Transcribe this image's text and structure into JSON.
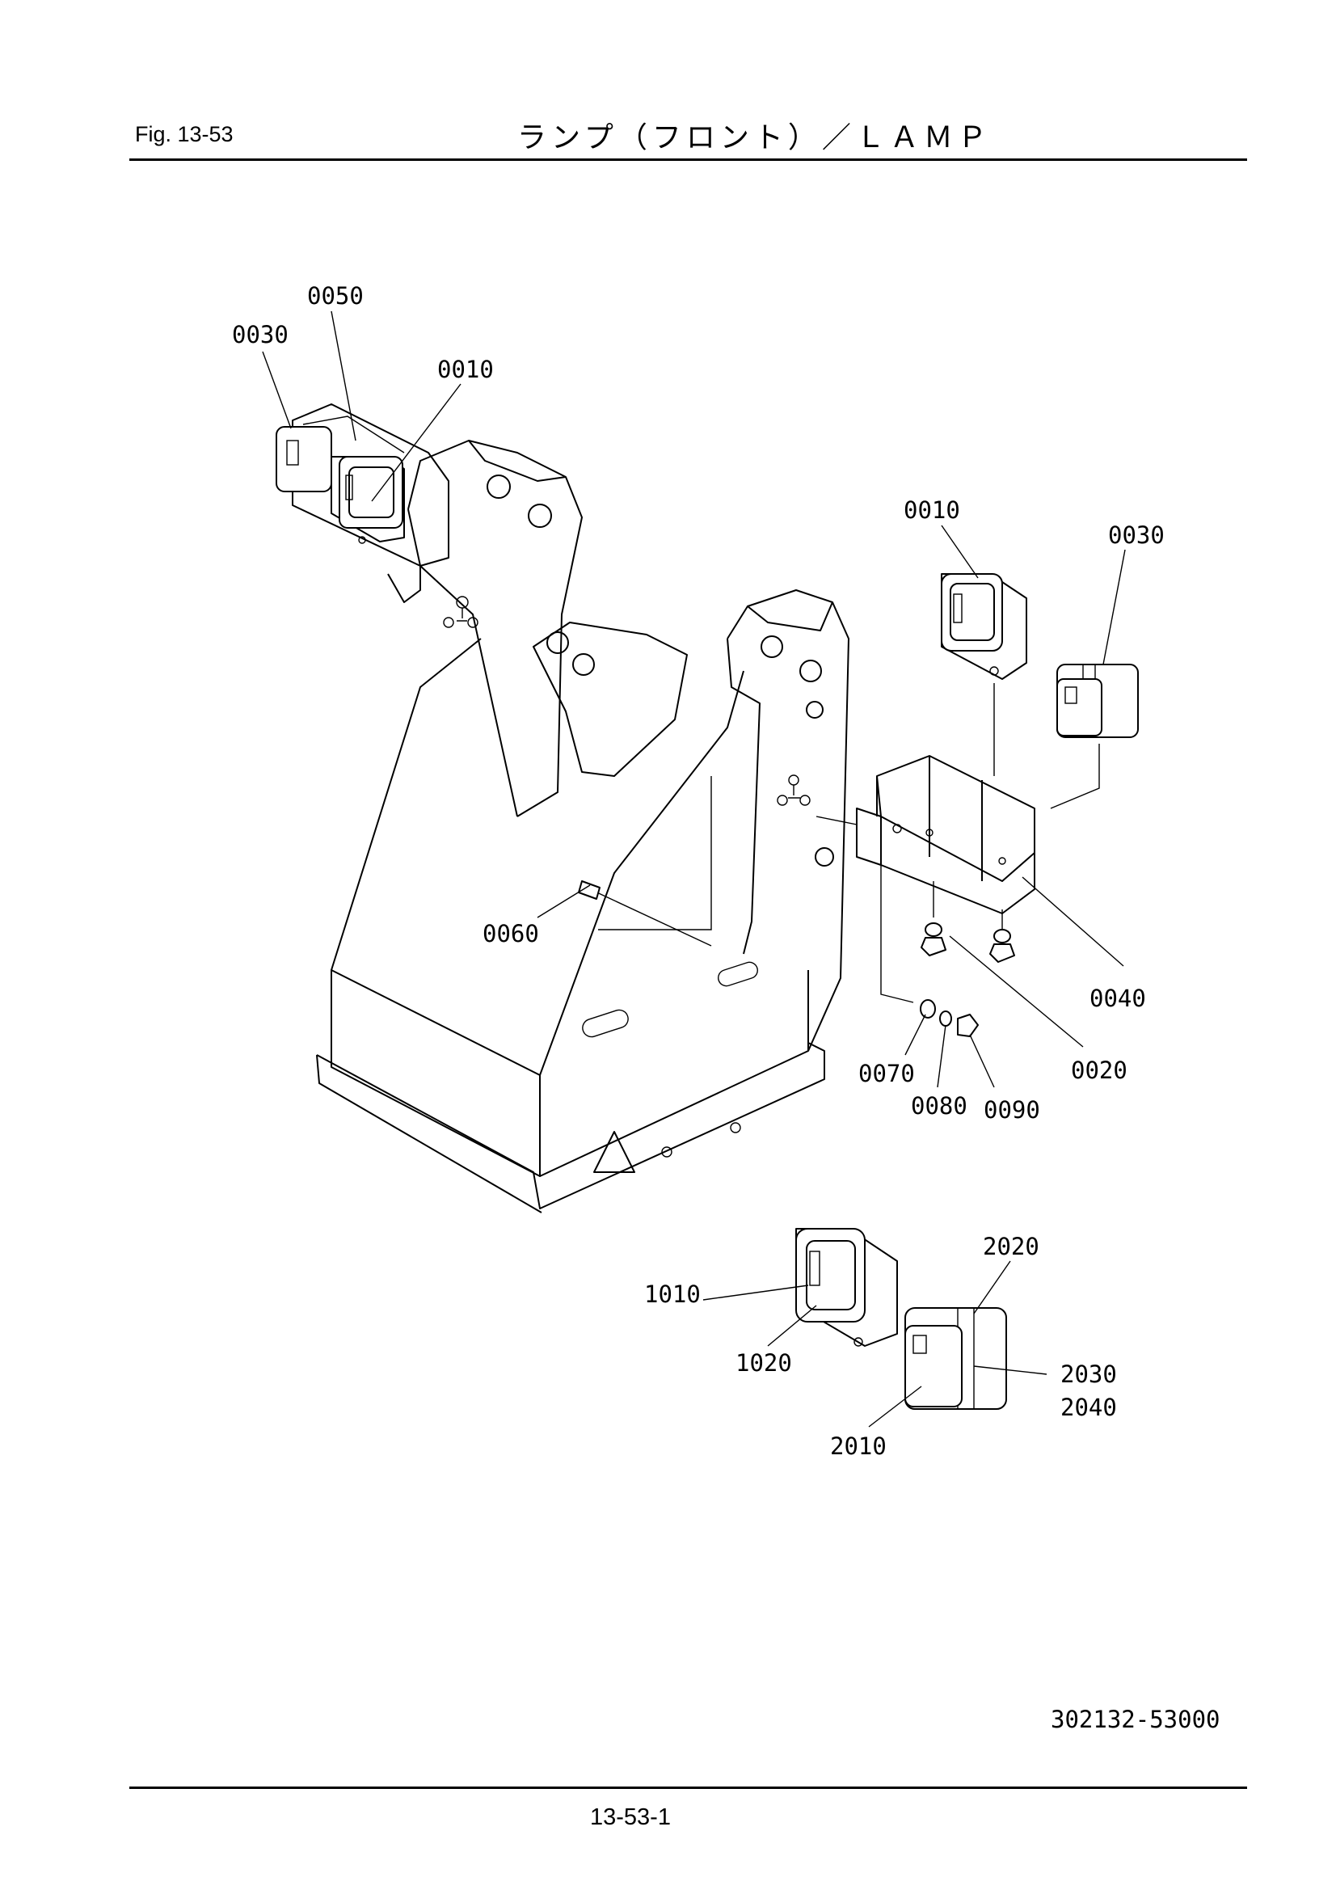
{
  "header": {
    "fig_label": "Fig.  13-53",
    "title": "ランプ（フロント）／ＬＡＭＰ"
  },
  "callouts": {
    "c0050_top": "0050",
    "c0030_top": "0030",
    "c0010_top": "0010",
    "c0010_right": "0010",
    "c0030_right": "0030",
    "c0060": "0060",
    "c0040": "0040",
    "c0020": "0020",
    "c0070": "0070",
    "c0080": "0080",
    "c0090": "0090",
    "c1010": "1010",
    "c1020": "1020",
    "c2020": "2020",
    "c2030": "2030",
    "c2040": "2040",
    "c2010": "2010"
  },
  "footer": {
    "doc_number": "302132-53000",
    "page_number": "13-53-1"
  }
}
